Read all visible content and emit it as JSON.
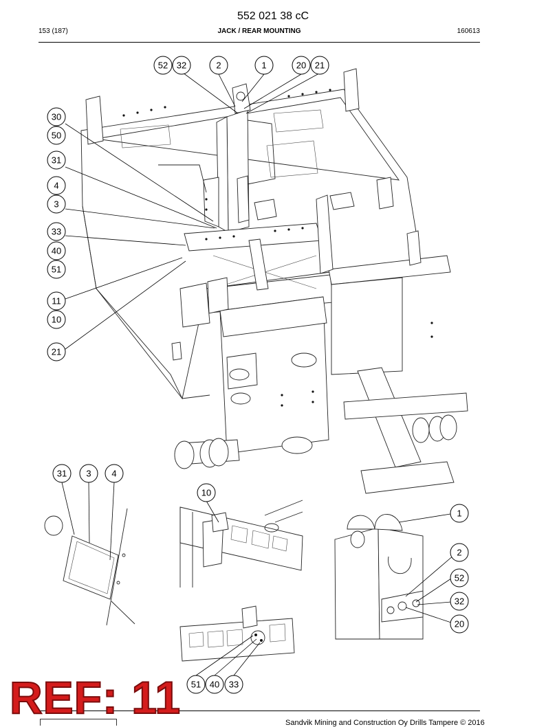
{
  "header": {
    "doc_number": "552 021 38 cC",
    "page": "153 (187)",
    "title": "JACK / REAR MOUNTING",
    "date": "160613"
  },
  "footer": {
    "copyright": "Sandvik Mining and Construction Oy Drills Tampere © 2016"
  },
  "stamp": {
    "text": "REF: 11",
    "color": "#d41c1c"
  },
  "callouts": {
    "main_top": [
      "52",
      "32",
      "2",
      "1",
      "20",
      "21"
    ],
    "main_left": [
      "30",
      "50",
      "31",
      "4",
      "3",
      "33",
      "40",
      "51",
      "11",
      "10",
      "21"
    ],
    "detail_a": [
      "31",
      "3",
      "4"
    ],
    "detail_b": [
      "10"
    ],
    "detail_c": [
      "1",
      "2",
      "52",
      "32",
      "20"
    ],
    "detail_d": [
      "51",
      "40",
      "33"
    ]
  }
}
